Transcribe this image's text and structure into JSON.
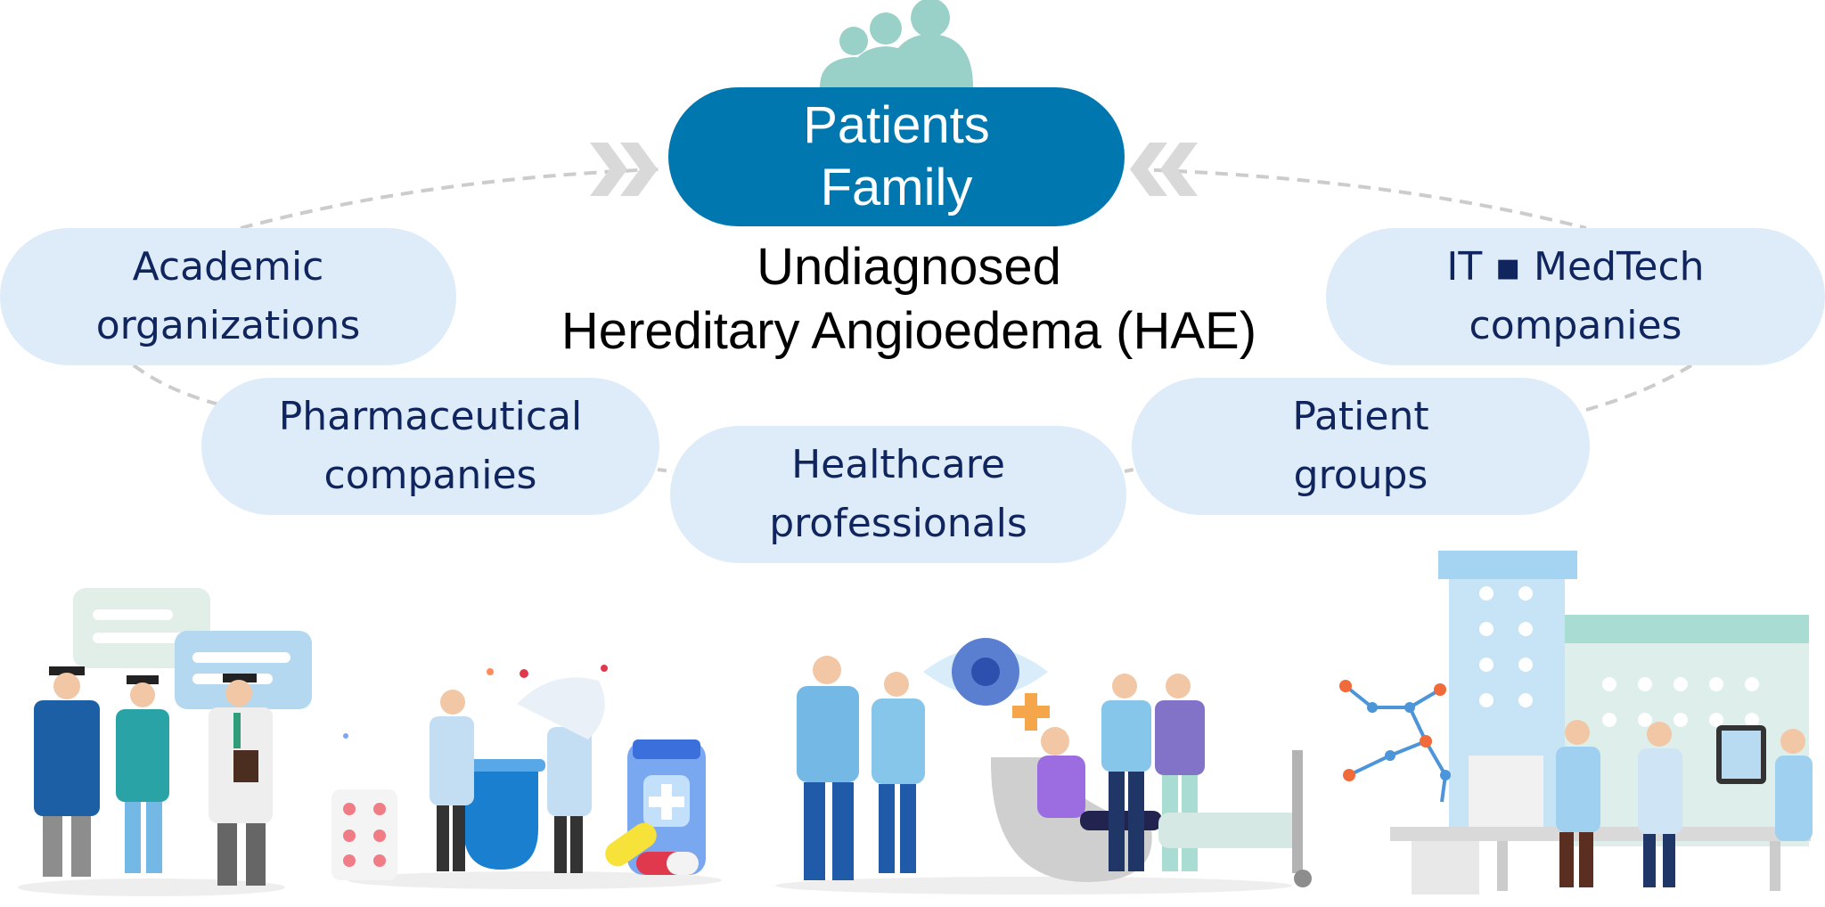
{
  "hub": {
    "line1": "Patients",
    "line2": "Family"
  },
  "center_title": {
    "line1": "Undiagnosed",
    "line2": "Hereditary Angioedema (HAE)"
  },
  "stakeholders": {
    "academic": {
      "line1": "Academic",
      "line2": "organizations"
    },
    "it_medtech": {
      "line1": "IT ▪ MedTech",
      "line2": "companies"
    },
    "pharma": {
      "line1": "Pharmaceutical",
      "line2": "companies"
    },
    "patient_groups": {
      "line1": "Patient",
      "line2": "groups"
    },
    "healthcare": {
      "line1": "Healthcare",
      "line2": "professionals"
    }
  },
  "colors": {
    "hub_fill": "#0077ae",
    "hub_text": "#ffffff",
    "stakeholder_fill": "#ddecf8",
    "stakeholder_text": "#10245e",
    "connector": "#cccccc",
    "people_icon": "#99d0c8"
  },
  "icons": {
    "people": "people-group-icon",
    "arrows": "double-chevron-icon"
  }
}
